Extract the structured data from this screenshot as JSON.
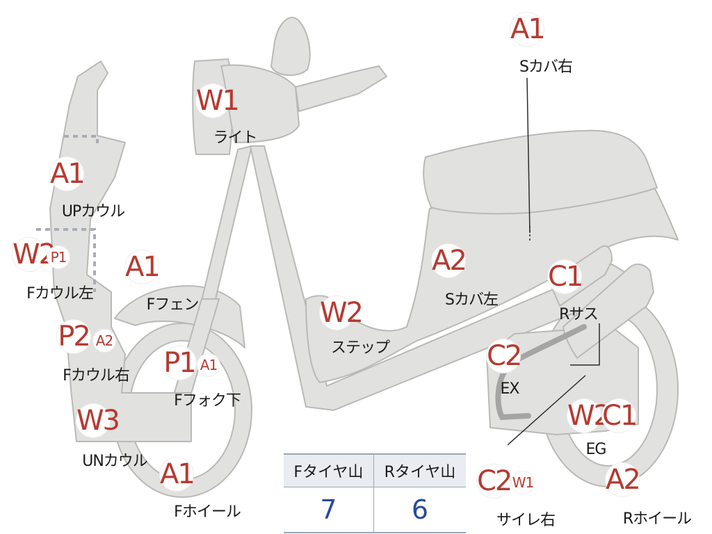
{
  "colors": {
    "part_fill": "#e1e1df",
    "part_outline": "#b9b9b6",
    "code_text": "#b53a31",
    "label_text": "#1a1a1a",
    "table_value": "#2a4a9a",
    "table_header_bg": "#e9ecf1"
  },
  "callouts": [
    {
      "id": "s-cover-right",
      "codes": [
        "A1"
      ],
      "label": "Sカバ右"
    },
    {
      "id": "light",
      "codes": [
        "W1"
      ],
      "label": "ライト"
    },
    {
      "id": "up-cowl",
      "codes": [
        "A1"
      ],
      "label": "UPカウル"
    },
    {
      "id": "f-cowl-left",
      "codes": [
        "W2",
        "P1"
      ],
      "label": "Fカウル左"
    },
    {
      "id": "f-fender",
      "codes": [
        "A1"
      ],
      "label": "Fフェン"
    },
    {
      "id": "s-cover-left",
      "codes": [
        "A2"
      ],
      "label": "Sカバ左"
    },
    {
      "id": "r-suspension",
      "codes": [
        "C1"
      ],
      "label": "Rサス"
    },
    {
      "id": "step",
      "codes": [
        "W2"
      ],
      "label": "ステップ"
    },
    {
      "id": "f-cowl-right",
      "codes": [
        "P2",
        "A2"
      ],
      "label": "Fカウル右"
    },
    {
      "id": "f-fork-lower",
      "codes": [
        "P1",
        "A1"
      ],
      "label": "Fフォク下"
    },
    {
      "id": "exhaust",
      "codes": [
        "C2"
      ],
      "label": "EX"
    },
    {
      "id": "engine",
      "codes": [
        "W2",
        "C1"
      ],
      "label": "EG"
    },
    {
      "id": "under-cowl",
      "codes": [
        "W3"
      ],
      "label": "UNカウル"
    },
    {
      "id": "f-wheel",
      "codes": [
        "A1"
      ],
      "label": "Fホイール"
    },
    {
      "id": "muffler-right",
      "codes": [
        "C2",
        "W1"
      ],
      "label": "サイレ右"
    },
    {
      "id": "r-wheel",
      "codes": [
        "A2"
      ],
      "label": "Rホイール"
    }
  ],
  "tire_table": {
    "headers": [
      "Fタイヤ山",
      "Rタイヤ山"
    ],
    "values": [
      "7",
      "6"
    ]
  }
}
